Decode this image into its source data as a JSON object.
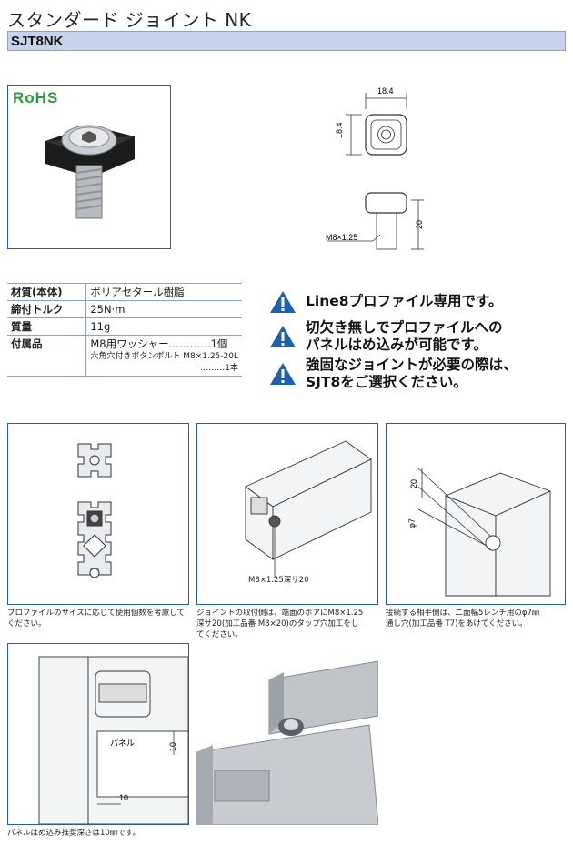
{
  "header": {
    "title": "スタンダード ジョイント NK",
    "model": "SJT8NK"
  },
  "product": {
    "rohs": "RoHS"
  },
  "drawing": {
    "width_dim": "18.4",
    "height_dim": "18.4",
    "length_dim": "20",
    "thread": "M8×1.25"
  },
  "specs": [
    {
      "key": "材質(本体)",
      "value": "ポリアセタール樹脂"
    },
    {
      "key": "締付トルク",
      "value": "25N·m"
    },
    {
      "key": "質量",
      "value": "11g"
    },
    {
      "key": "付属品",
      "value": "M8用ワッシャー…………1個",
      "extra1": "六角穴付きボタンボルト M8×1.25-20L",
      "extra2": "………1本"
    }
  ],
  "features": [
    {
      "lines": [
        "Line8プロファイル専用です。"
      ]
    },
    {
      "lines": [
        "切欠き無しでプロファイルへの",
        "パネルはめ込みが可能です。"
      ]
    },
    {
      "lines": [
        "強固なジョイントが必要の際は、",
        "SJT8をご選択ください。"
      ]
    }
  ],
  "panels": {
    "p1_caption": [
      "プロファイルのサイズに応じて使用個数を考慮して",
      "ください。"
    ],
    "p2_label": "M8×1.25深サ20",
    "p2_caption": [
      "ジョイントの取付側は、端面のボアにM8×1.25",
      "深サ20(加工品番 M8×20)のタップ穴加工をし",
      "てください。"
    ],
    "p3_dim_20": "20",
    "p3_dim_phi7": "φ7",
    "p3_caption": [
      "接続する相手側は、二面幅5レンチ用のφ7㎜",
      "通し穴(加工品番 T7)をあけてください。"
    ],
    "p4_panel_label": "パネル",
    "p4_dim_10v": "10",
    "p4_dim_10h": "10",
    "p4_caption": "パネルはめ込み推奨深さは10㎜です。"
  },
  "colors": {
    "border_blue": "#2b5aa8",
    "model_bar": "#c7d3ea",
    "warning_blue": "#1f5fb0",
    "rohs_green": "#2e9a3a"
  },
  "icons": [
    "warning-icon",
    "rohs-logo"
  ]
}
